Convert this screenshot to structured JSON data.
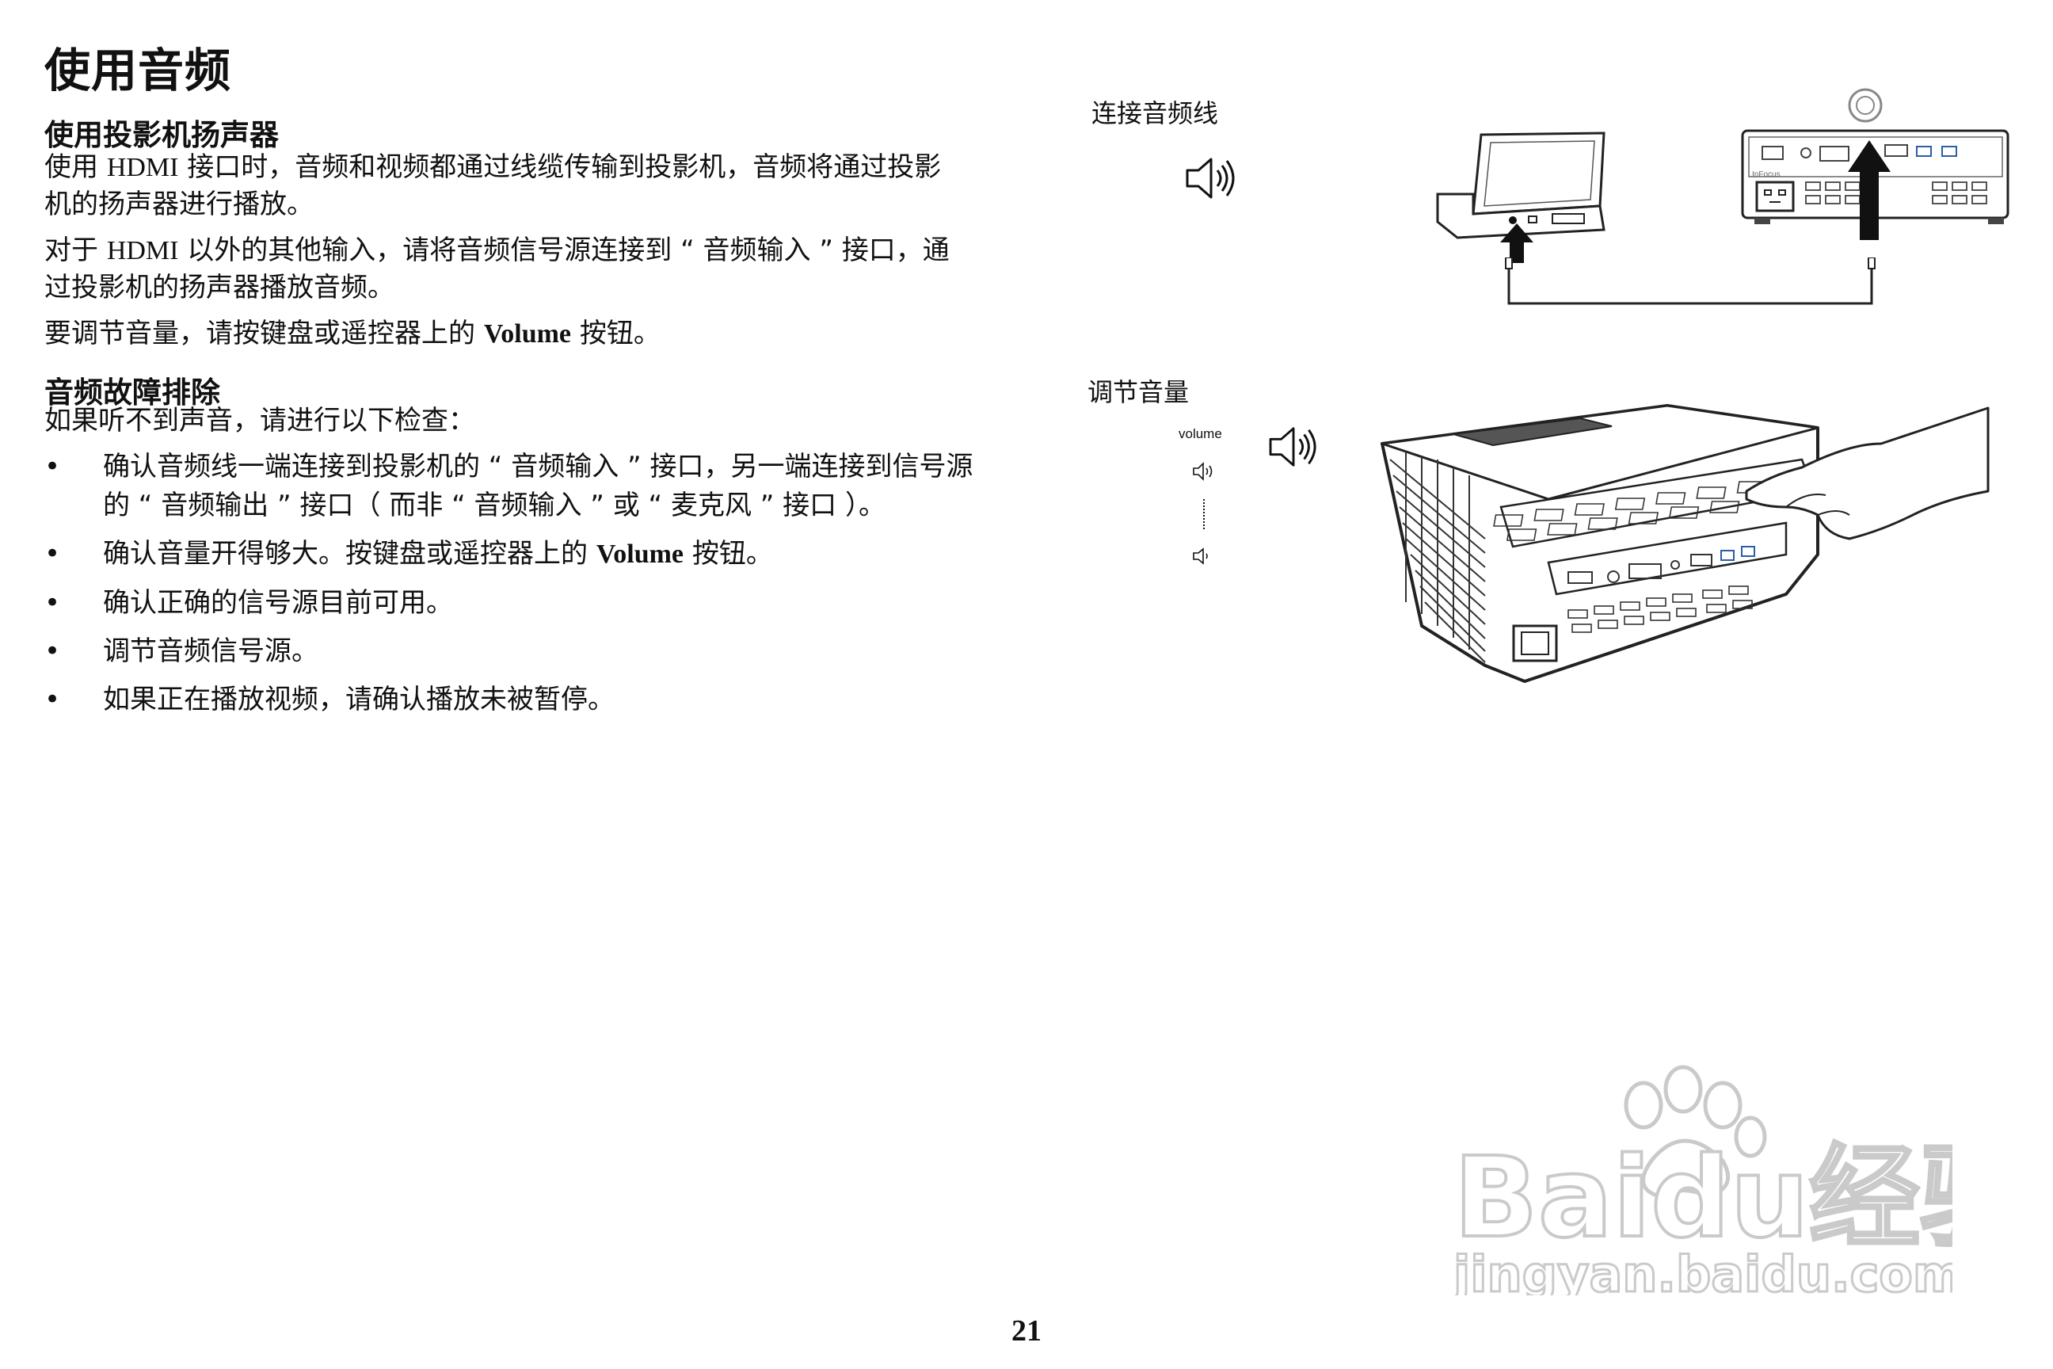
{
  "heading": "使用音频",
  "section1": {
    "title": "使用投影机扬声器",
    "p1": {
      "a": "使用 ",
      "b": "HDMI",
      "c": " 接口时，音频和视频都通过线缆传输到投影机，音频将通过投影",
      "d": "机的扬声器进行播放。"
    },
    "p2": {
      "a": "对于 ",
      "b": "HDMI",
      "c": " 以外的其他输入，请将音频信号源连接到 “ 音频输入 ” 接口，通",
      "d": "过投影机的扬声器播放音频。"
    },
    "p3": {
      "a": "要调节音量，请按键盘或遥控器上的 ",
      "b": "Volume",
      "c": " 按钮。"
    }
  },
  "section2": {
    "title": "音频故障排除",
    "intro": "如果听不到声音，请进行以下检查：",
    "bullet_char": "•",
    "bullets": [
      {
        "line1": "确认音频线一端连接到投影机的 “ 音频输入 ” 接口，另一端连接到信号源",
        "line2": "的 “ 音频输出 ” 接口（ 而非 “ 音频输入 ” 或 “ 麦克风 ” 接口 ）。"
      },
      {
        "a": "确认音量开得够大。按键盘或遥控器上的 ",
        "b": "Volume",
        "c": " 按钮。"
      },
      {
        "text": "确认正确的信号源目前可用。"
      },
      {
        "text": "调节音频信号源。"
      },
      {
        "text": "如果正在播放视频，请确认播放未被暂停。"
      }
    ]
  },
  "figures": {
    "connect_caption": "连接音频线",
    "adjust_caption": "调节音量",
    "volume_label": "volume",
    "projector_brand": "InFocus"
  },
  "page_number": "21",
  "watermark": {
    "line1": "Baidu经验",
    "line2": "jingyan.baidu.com"
  }
}
